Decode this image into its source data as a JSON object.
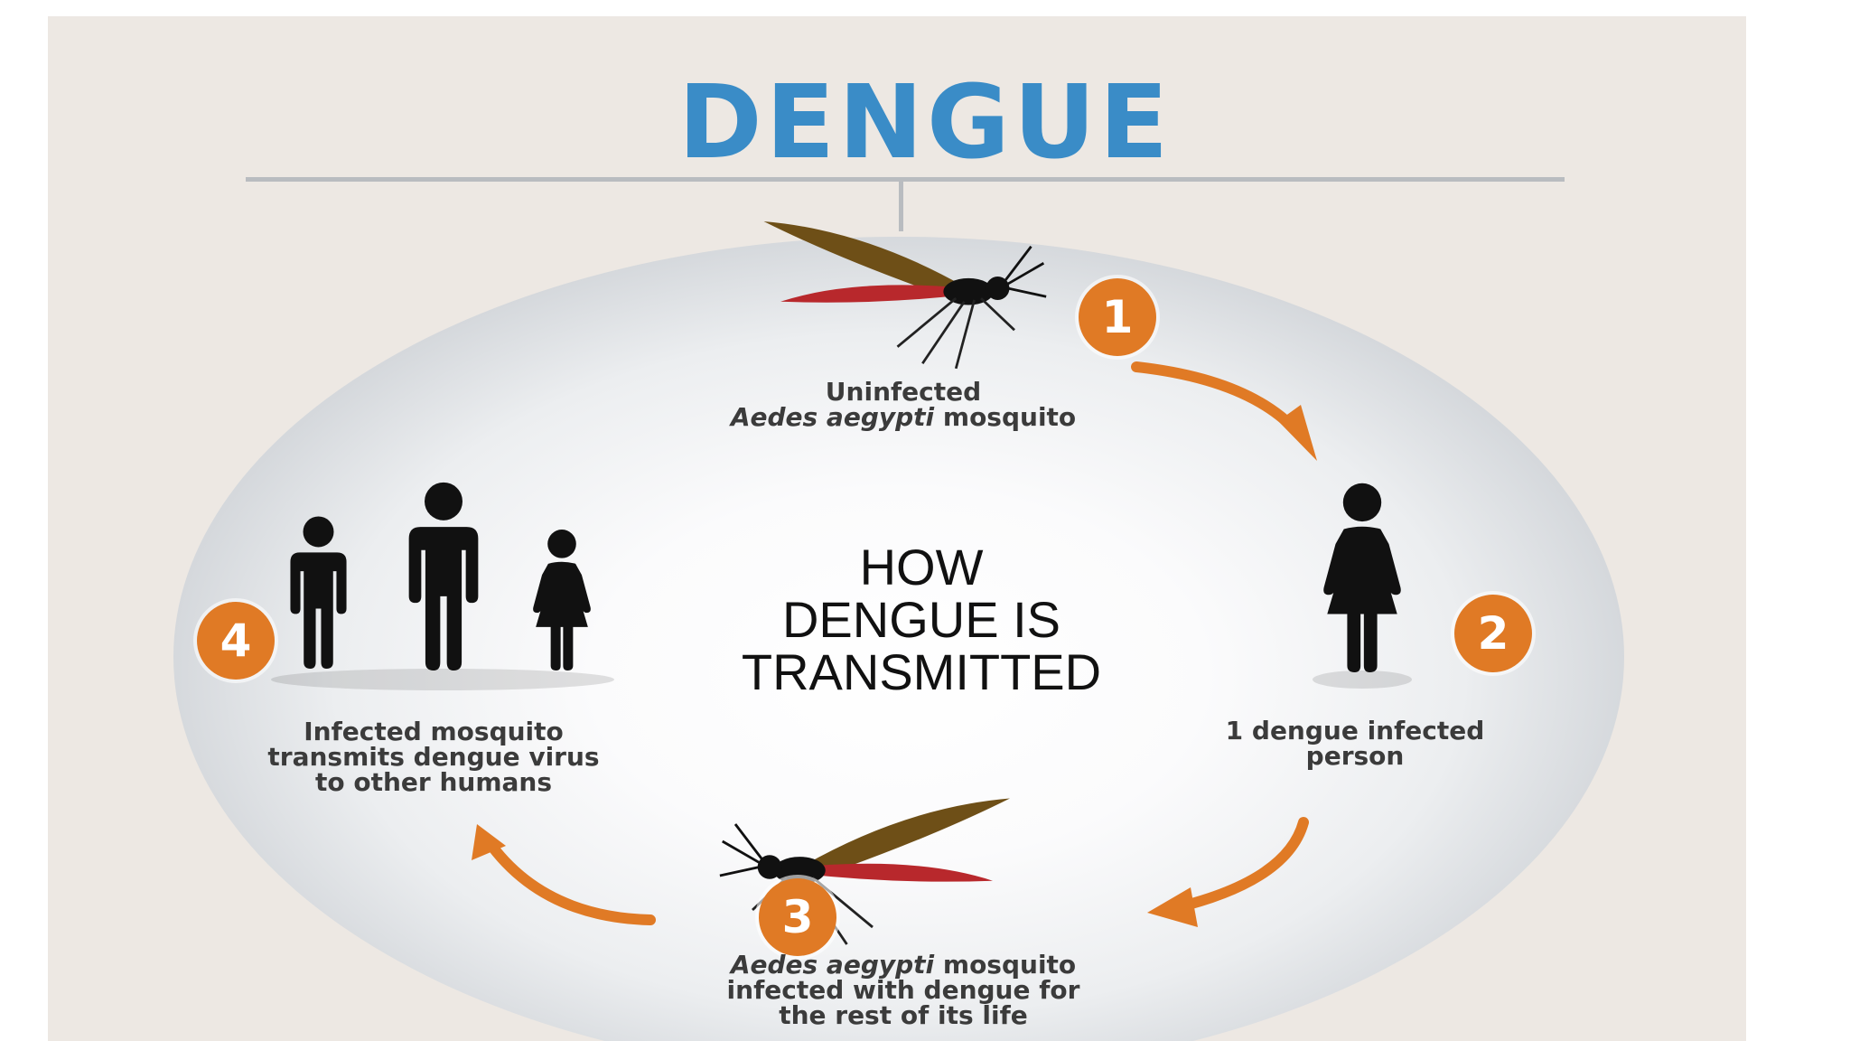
{
  "title": "DENGUE",
  "center_title": [
    "HOW",
    "DENGUE IS",
    "TRANSMITTED"
  ],
  "colors": {
    "title_blue": "#3a8cc7",
    "accent_orange": "#e07a25",
    "background": "#ede8e3"
  },
  "steps": [
    {
      "number": "1",
      "caption_line1": "Uninfected",
      "caption_line2_italic": "Aedes aegypti",
      "caption_line2_rest": " mosquito"
    },
    {
      "number": "2",
      "caption_line1": "1 dengue infected",
      "caption_line2": "person"
    },
    {
      "number": "3",
      "caption_line1_italic": "Aedes aegypti",
      "caption_line1_rest": " mosquito",
      "caption_line2": "infected with dengue for",
      "caption_line3": "the rest of its life"
    },
    {
      "number": "4",
      "caption_line1": "Infected mosquito",
      "caption_line2": "transmits dengue virus",
      "caption_line3": "to other humans"
    }
  ],
  "icons": [
    "mosquito-icon",
    "woman-icon",
    "man-icon",
    "child-icon",
    "cycle-arrow-icon"
  ]
}
